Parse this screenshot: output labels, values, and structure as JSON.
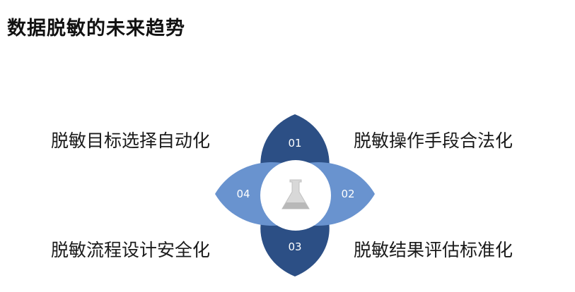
{
  "title": "数据脱敏的未来趋势",
  "items": [
    {
      "number": "01",
      "label": "脱敏目标选择自动化"
    },
    {
      "number": "02",
      "label": "脱敏操作手段合法化"
    },
    {
      "number": "03",
      "label": "脱敏流程设计安全化"
    },
    {
      "number": "04",
      "label": "脱敏结果评估标准化"
    }
  ],
  "colors": {
    "petal_dark": "#2c4f85",
    "petal_light": "#6993cf",
    "text": "#1a1a1a"
  },
  "center_icon": "flask-icon"
}
